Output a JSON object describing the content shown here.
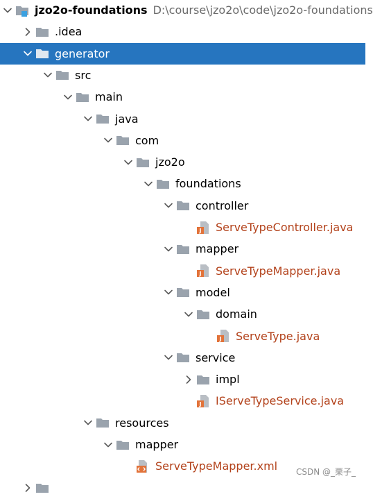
{
  "project": {
    "name": "jzo2o-foundations",
    "path": "D:\\course\\jzo2o\\code\\jzo2o-foundations"
  },
  "nodes": [
    {
      "label": "jzo2o-foundations",
      "type": "module",
      "level": 0,
      "expanded": true
    },
    {
      "label": ".idea",
      "type": "folder",
      "level": 1,
      "expanded": false
    },
    {
      "label": "generator",
      "type": "folder",
      "level": 1,
      "expanded": true,
      "selected": true
    },
    {
      "label": "src",
      "type": "folder",
      "level": 2,
      "expanded": true
    },
    {
      "label": "main",
      "type": "folder",
      "level": 3,
      "expanded": true
    },
    {
      "label": "java",
      "type": "folder",
      "level": 4,
      "expanded": true
    },
    {
      "label": "com",
      "type": "folder",
      "level": 5,
      "expanded": true
    },
    {
      "label": "jzo2o",
      "type": "folder",
      "level": 6,
      "expanded": true
    },
    {
      "label": "foundations",
      "type": "folder",
      "level": 7,
      "expanded": true
    },
    {
      "label": "controller",
      "type": "folder",
      "level": 8,
      "expanded": true
    },
    {
      "label": "ServeTypeController.java",
      "type": "java",
      "level": 9
    },
    {
      "label": "mapper",
      "type": "folder",
      "level": 8,
      "expanded": true
    },
    {
      "label": "ServeTypeMapper.java",
      "type": "java",
      "level": 9
    },
    {
      "label": "model",
      "type": "folder",
      "level": 8,
      "expanded": true
    },
    {
      "label": "domain",
      "type": "folder",
      "level": 9,
      "expanded": true
    },
    {
      "label": "ServeType.java",
      "type": "java",
      "level": 10
    },
    {
      "label": "service",
      "type": "folder",
      "level": 8,
      "expanded": true
    },
    {
      "label": "impl",
      "type": "folder",
      "level": 9,
      "expanded": false
    },
    {
      "label": "IServeTypeService.java",
      "type": "java",
      "level": 9
    },
    {
      "label": "resources",
      "type": "folder",
      "level": 4,
      "expanded": true
    },
    {
      "label": "mapper",
      "type": "folder",
      "level": 5,
      "expanded": true
    },
    {
      "label": "ServeTypeMapper.xml",
      "type": "xml",
      "level": 6
    },
    {
      "label": "",
      "type": "folder",
      "level": 1,
      "expanded": false,
      "partial": true
    }
  ],
  "watermark": "CSDN @_栗子_",
  "colors": {
    "selection": "#2675bf",
    "file_text": "#b3421b",
    "folder_icon": "#9aa3ad",
    "module_badge": "#3aa0e0",
    "java_icon": "#e2733a"
  }
}
